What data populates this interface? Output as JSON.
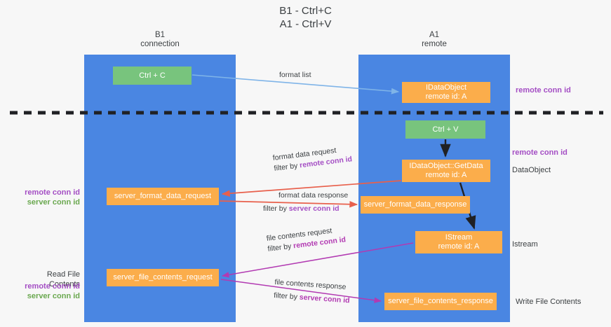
{
  "title": "B1 - Ctrl+C\nA1 - Ctrl+V",
  "lanes": {
    "left": {
      "name": "B1",
      "role": "connection",
      "header": "B1\nconnection"
    },
    "right": {
      "name": "A1",
      "role": "remote",
      "header": "A1\nremote"
    }
  },
  "colors": {
    "lane": "#4a86e2",
    "box_orange": "#fbad4b",
    "box_green": "#78c47d",
    "purple": "#a44ec4",
    "green_text": "#6aa84f",
    "magenta": "#b23ab2",
    "arrow_red": "#e8604c",
    "arrow_blue": "#7fb4e8",
    "arrow_black": "#202124",
    "background": "#f7f7f7"
  },
  "boxes": {
    "ctrl_c": {
      "label": "Ctrl + C",
      "color": "green"
    },
    "ctrl_v": {
      "label": "Ctrl + V",
      "color": "green"
    },
    "idataobject": {
      "line1": "IDataObject",
      "line2": "remote id: A",
      "color": "orange"
    },
    "getdata": {
      "line1": "IDataObject::GetData",
      "line2": "remote id: A",
      "color": "orange"
    },
    "istream": {
      "line1": "IStream",
      "line2": "remote id: A",
      "color": "orange"
    },
    "server_format_data_request": {
      "label": "server_format_data_request",
      "color": "orange"
    },
    "server_format_data_response": {
      "label": "server_format_data_response",
      "color": "orange"
    },
    "server_file_contents_request": {
      "label": "server_file_contents_request",
      "color": "orange"
    },
    "server_file_contents_response": {
      "label": "server_file_contents_response",
      "color": "orange"
    }
  },
  "edge_labels": {
    "format_list": "format list",
    "format_data_request": "format data request",
    "format_data_request_filter_prefix": "filter by ",
    "format_data_request_filter_key": "remote conn id",
    "format_data_response": "format data response",
    "format_data_response_filter_prefix": "filter by ",
    "format_data_response_filter_key": "server conn id",
    "file_contents_request": "file contents request",
    "file_contents_request_filter_prefix": "filter by ",
    "file_contents_request_filter_key": "remote conn id",
    "file_contents_response": "file contents response",
    "file_contents_response_filter_prefix": "filter by ",
    "file_contents_response_filter_key": "server conn id"
  },
  "annotations": {
    "right_remote_conn_id_top": "remote conn id",
    "right_remote_conn_id_mid": "remote conn id",
    "right_dataobject": "DataObject",
    "right_istream": "Istream",
    "right_write_file_contents": "Write File Contents",
    "left_remote_conn_id_1": "remote conn id",
    "left_server_conn_id_1": "server conn id",
    "left_read_file_contents": "Read File Contents",
    "left_remote_conn_id_2": "remote conn id",
    "left_server_conn_id_2": "server conn id"
  }
}
